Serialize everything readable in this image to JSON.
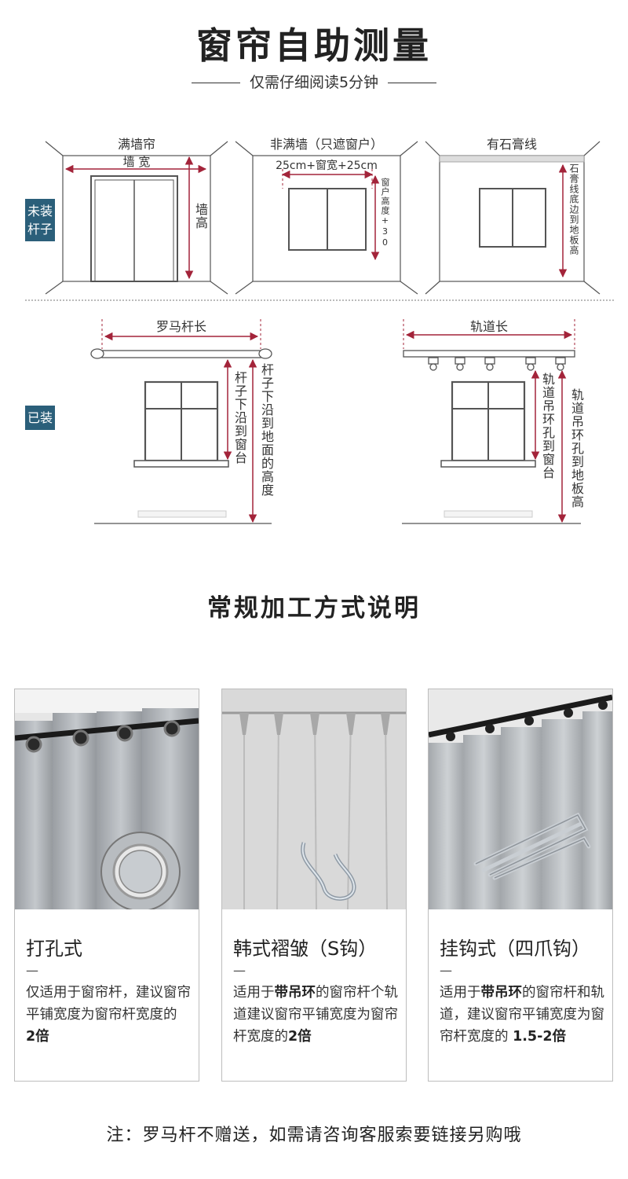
{
  "header": {
    "title": "窗帘自助测量",
    "subtitle": "仅需仔细阅读5分钟"
  },
  "tags": {
    "not_installed": [
      "未装",
      "杆子"
    ],
    "installed": "已装"
  },
  "diagrams_top": [
    {
      "title": "满墙帘",
      "width_label": "墙 宽",
      "height_label": "墙高"
    },
    {
      "title": "非满墙（只遮窗户）",
      "width_label": "25cm+窗宽+25cm",
      "height_label": "窗户高度+30"
    },
    {
      "title": "有石膏线",
      "height_label": "石膏线底边到地板高"
    }
  ],
  "diagrams_bottom": [
    {
      "length_label": "罗马杆长",
      "inner_label": "杆子下沿到窗台",
      "outer_label": "杆子下沿到地面的高度"
    },
    {
      "length_label": "轨道长",
      "inner_label": "轨道吊环孔到窗台",
      "outer_label": "轨道吊环孔到地板高"
    }
  ],
  "section_title": "常规加工方式说明",
  "cards": [
    {
      "title": "打孔式",
      "dash": "—",
      "desc_pre": "仅适用于窗帘杆，建议窗帘平铺宽度为窗帘杆宽度的 ",
      "desc_bold": "2倍",
      "desc_mid": "",
      "desc_bold2": "",
      "desc_post": ""
    },
    {
      "title": "韩式褶皱（S钩）",
      "dash": "—",
      "desc_pre": "适用于",
      "desc_bold": "带吊环",
      "desc_mid": "的窗帘杆个轨道建议窗帘平铺宽度为窗帘杆宽度的",
      "desc_bold2": "2倍",
      "desc_post": ""
    },
    {
      "title": "挂钩式（四爪钩）",
      "dash": "—",
      "desc_pre": "适用于",
      "desc_bold": "带吊环",
      "desc_mid": "的窗帘杆和轨道，建议窗帘平铺宽度为窗帘杆宽度的 ",
      "desc_bold2": "1.5-2倍",
      "desc_post": ""
    }
  ],
  "footer_note": "注：罗马杆不赠送，如需请咨询客服索要链接另购哦",
  "colors": {
    "tag_bg": "#2b5f7a",
    "measure_red": "#a3243a",
    "line_gray": "#555555"
  }
}
